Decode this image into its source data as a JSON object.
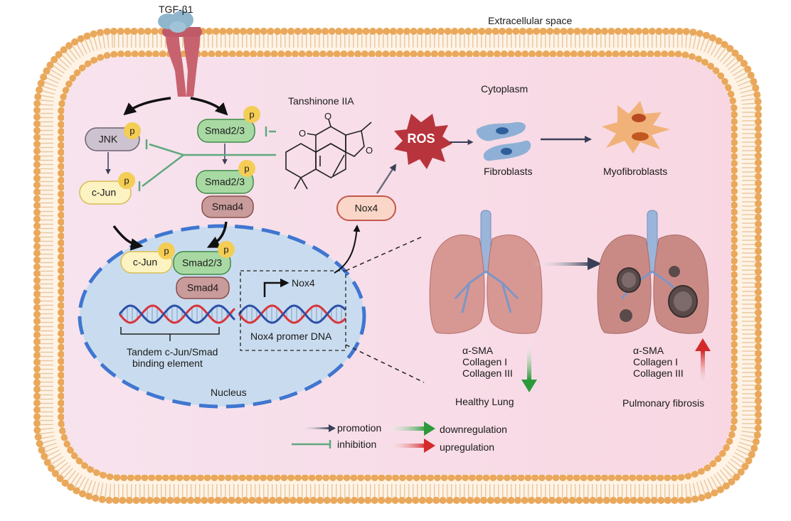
{
  "labels": {
    "ligand": "TGF-β1",
    "extracellular": "Extracellular space",
    "cytoplasm": "Cytoplasm",
    "drug": "Tanshinone IIA",
    "nucleus": "Nucleus",
    "ros": "ROS",
    "fibroblasts": "Fibroblasts",
    "myofibroblasts": "Myofibroblasts",
    "healthy_lung": "Healthy Lung",
    "pulmonary_fibrosis": "Pulmonary fibrosis",
    "binding_element_line1": "Tandem c-Jun/Smad",
    "binding_element_line2": "binding element",
    "promoter_dna": "Nox4 promer DNA",
    "promoter_gene": "Nox4"
  },
  "proteins": {
    "jnk": "JNK",
    "cjun": "c-Jun",
    "smad23": "Smad2/3",
    "smad4": "Smad4",
    "nox4": "Nox4",
    "phospho": "p"
  },
  "markers": {
    "healthy": [
      "α-SMA",
      "Collagen I",
      "Collagen III"
    ],
    "fibrosis": [
      "α-SMA",
      "Collagen I",
      "Collagen III"
    ]
  },
  "legend": {
    "promotion": "promotion",
    "inhibition": "inhibition",
    "downregulation": "downregulation",
    "upregulation": "upregulation"
  },
  "molecule_atoms": {
    "o1": "O",
    "o2": "O",
    "o3": "O"
  },
  "colors": {
    "membrane_head": "#e9a85b",
    "cytoplasm_fill": "#f8dde7",
    "nucleus_fill": "#c9dcef",
    "nucleus_border": "#3f76d0",
    "smad_fill": "#a9d9a3",
    "smad_border": "#3e8a48",
    "smad4_fill": "#c99b9b",
    "jnk_fill": "#cdc2cf",
    "cjun_fill": "#fdf3c2",
    "phospho_fill": "#f4cd55",
    "nox4_fill": "#f9d6c7",
    "ros_fill": "#b8343c",
    "inhibition_green": "#5fa87e",
    "down_arrow": "#2c9a3a",
    "up_arrow": "#d42a2a",
    "lung_fill": "#d79893",
    "trachea_fill": "#9bb4d9"
  }
}
